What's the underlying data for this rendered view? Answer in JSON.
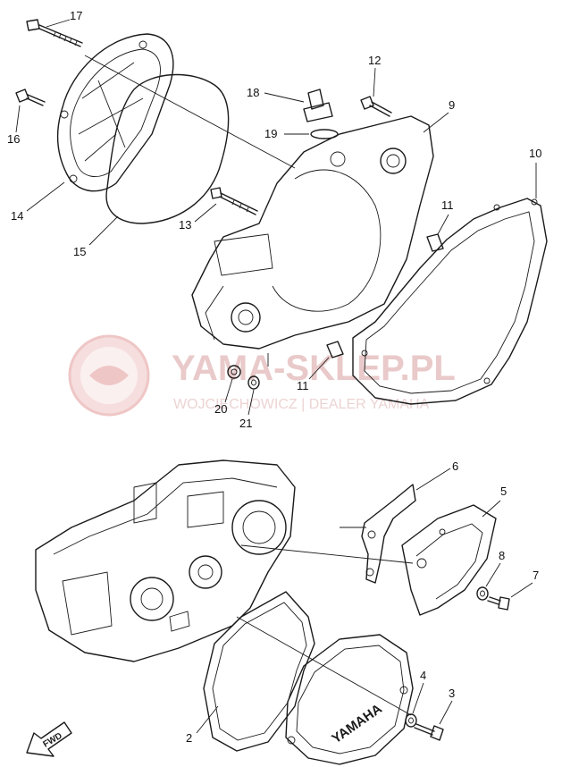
{
  "watermark": {
    "title": "YAMA-SKLEP.PL",
    "subtitle": "WOJCIECHOWICZ | DEALER YAMAHA"
  },
  "fwd_label": "FWD",
  "cover_brand": "YAMAHA",
  "callouts": {
    "c2": "2",
    "c3": "3",
    "c4": "4",
    "c5": "5",
    "c6": "6",
    "c7": "7",
    "c8": "8",
    "c9": "9",
    "c10": "10",
    "c11a": "11",
    "c11b": "11",
    "c12": "12",
    "c13": "13",
    "c14": "14",
    "c15": "15",
    "c16": "16",
    "c17": "17",
    "c18": "18",
    "c19": "19",
    "c20": "20",
    "c21": "21"
  }
}
